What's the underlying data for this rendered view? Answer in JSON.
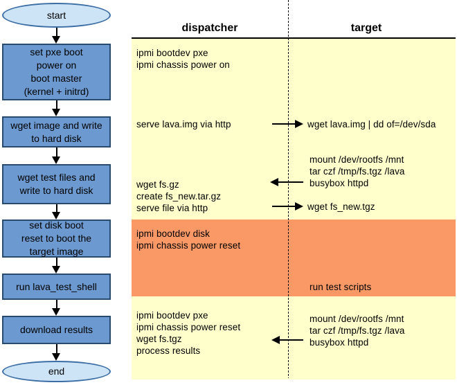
{
  "colors": {
    "node_fill": "#6c99cf",
    "node_border": "#274a6d",
    "terminal_fill": "#cde4f6",
    "terminal_border": "#3c6ea5",
    "panel_yellow": "#ffffcc",
    "panel_orange": "#fb9966",
    "ink": "#000000"
  },
  "flowchart": {
    "start_label": "start",
    "end_label": "end",
    "steps": [
      {
        "label": "set pxe boot\npower on\nboot master\n(kernel + initrd)"
      },
      {
        "label": "wget image and write\nto hard disk"
      },
      {
        "label": "wget test files and\nwrite to hard disk"
      },
      {
        "label": "set disk boot\nreset to boot the\ntarget image"
      },
      {
        "label": "run lava_test_shell"
      },
      {
        "label": "download results"
      }
    ]
  },
  "sequence": {
    "dispatcher_header": "dispatcher",
    "target_header": "target",
    "boot_block": "ipmi bootdev pxe\nipmi chassis power on",
    "serve_image": "serve lava.img via http",
    "wget_image": "wget lava.img | dd of=/dev/sda",
    "target_pack_block": "mount /dev/rootfs /mnt\ntar czf /tmp/fs.tgz /lava\nbusybox httpd",
    "fetch_fs_block": "wget fs.gz\ncreate fs_new.tar.gz\nserve file via http",
    "wget_fs_new": "wget fs_new.tgz",
    "reboot_block": "ipmi bootdev disk\nipmi chassis power reset",
    "run_tests": "run test scripts",
    "results_block": "ipmi bootdev pxe\nipmi chassis power reset\nwget fs.tgz\nprocess results",
    "target_pack_block_2": "mount /dev/rootfs /mnt\ntar czf /tmp/fs.tgz /lava\nbusybox httpd"
  }
}
